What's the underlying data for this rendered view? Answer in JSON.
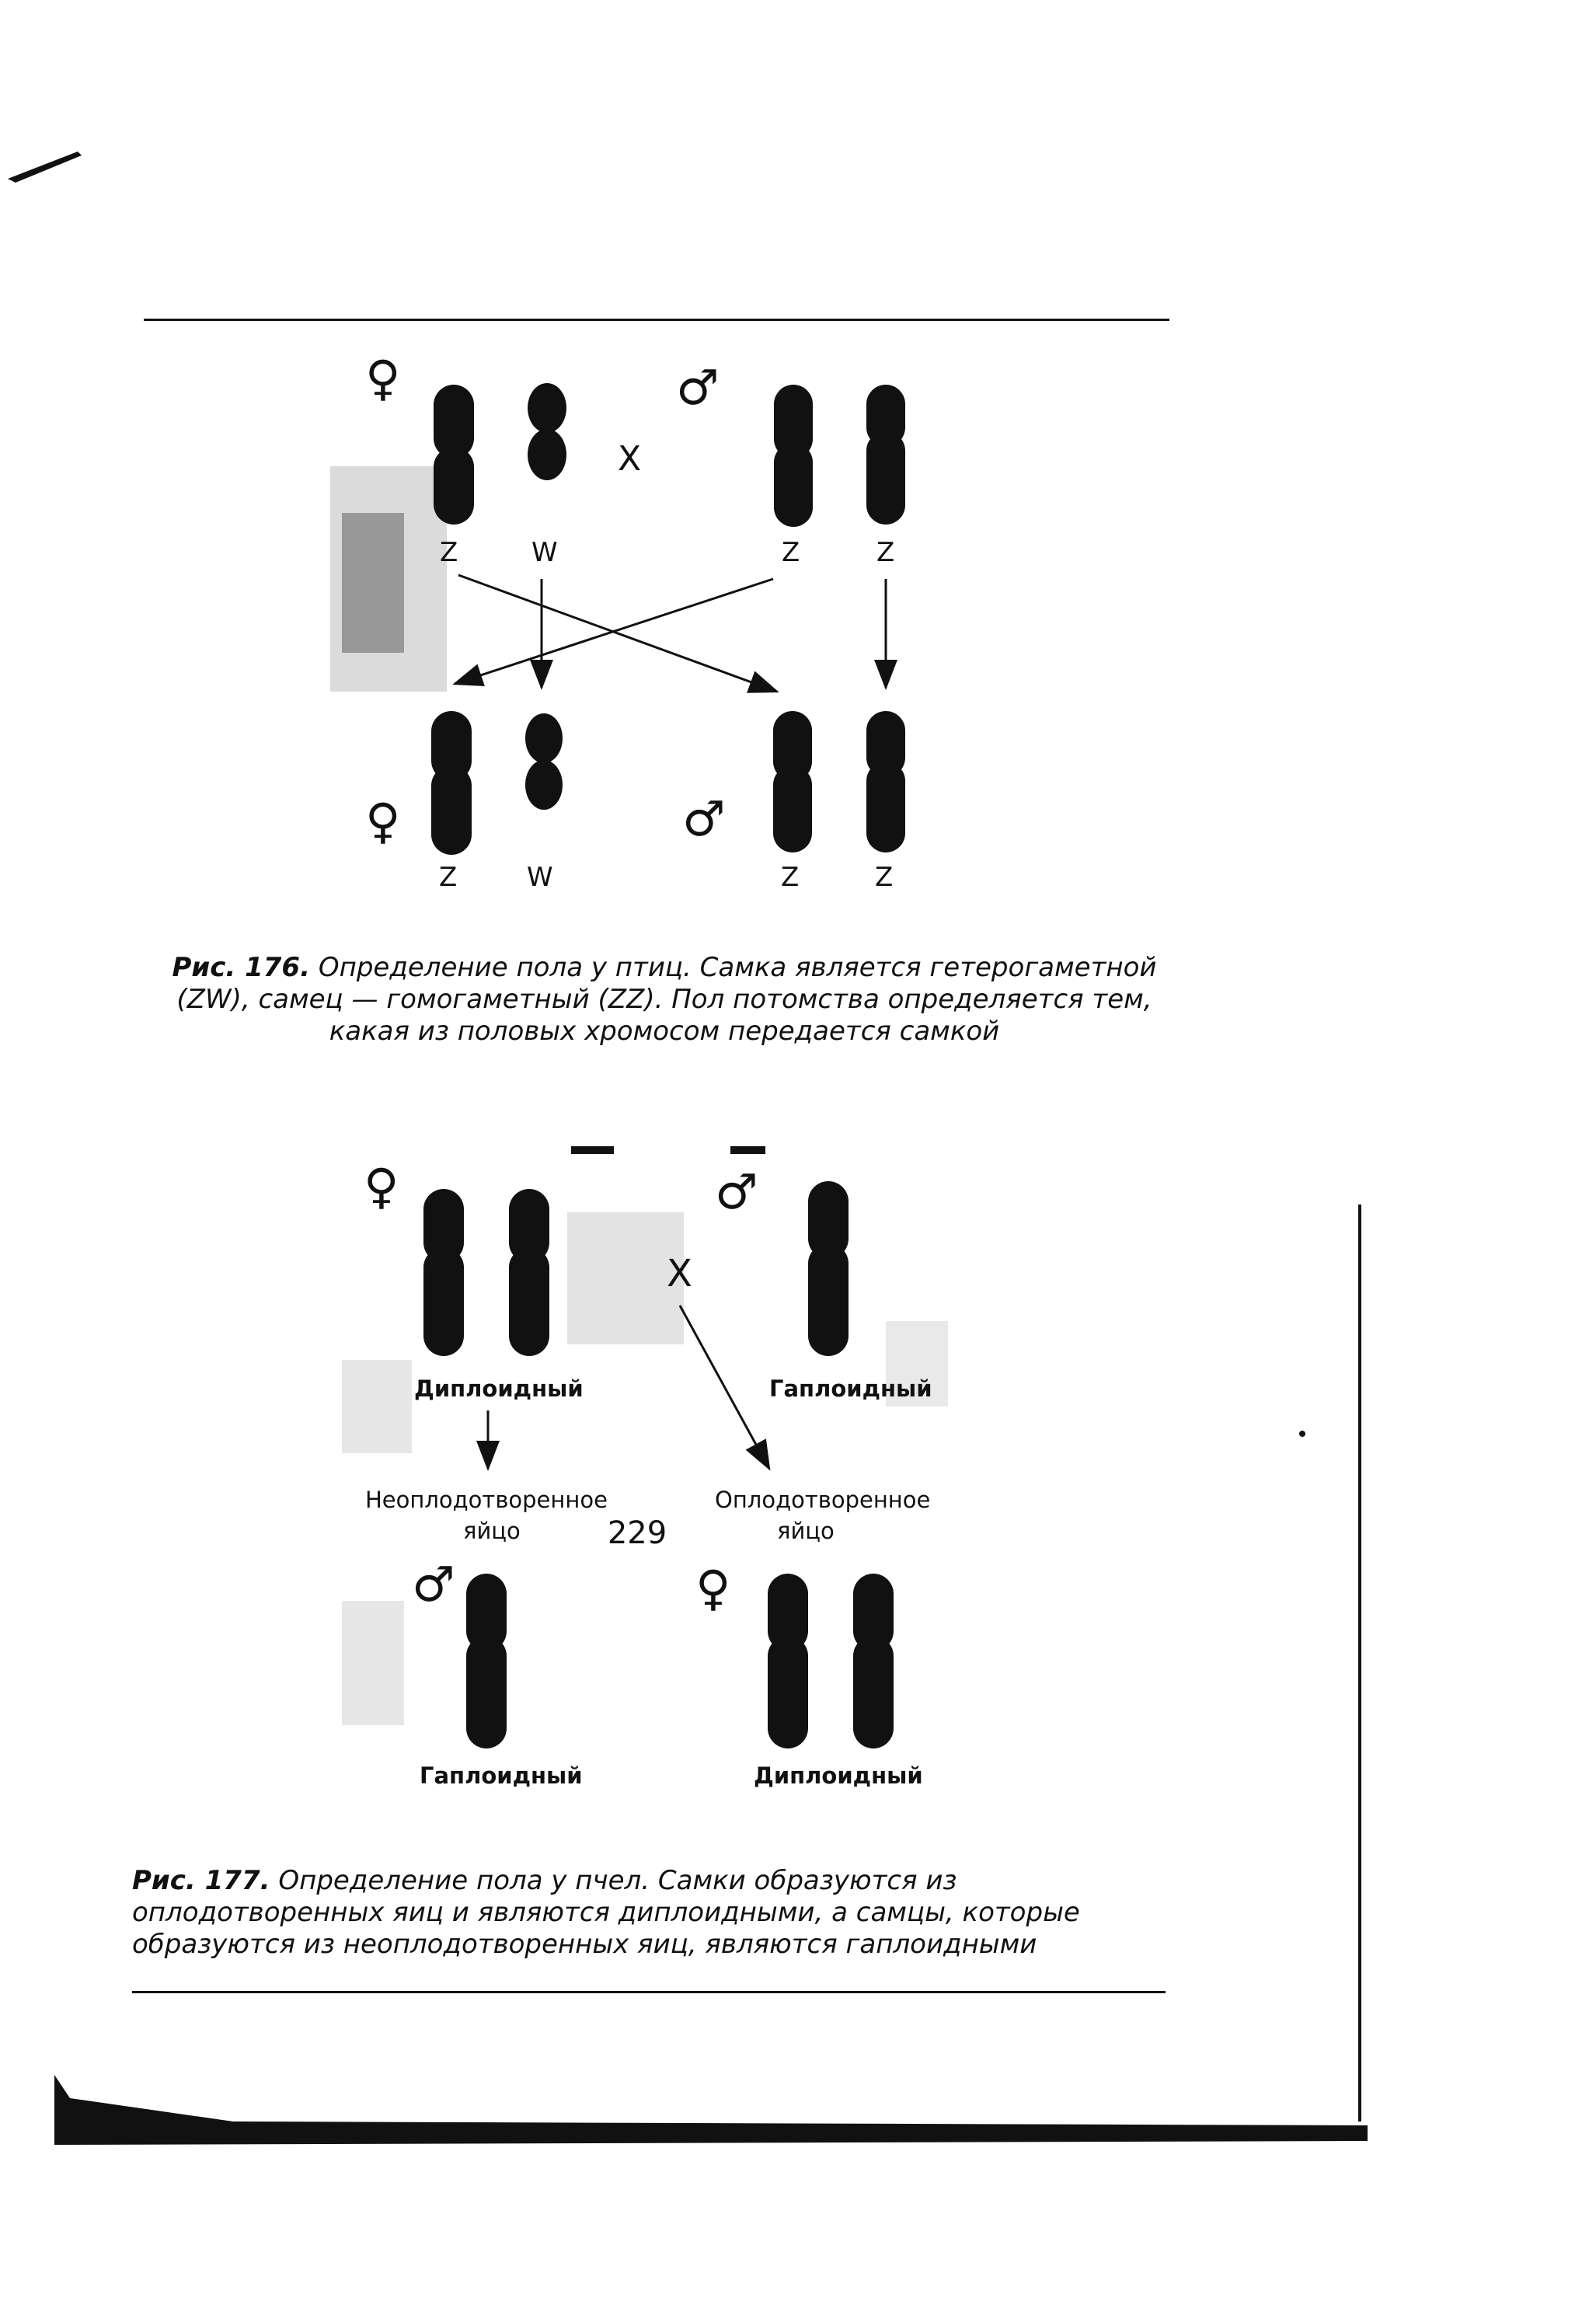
{
  "figure176": {
    "female_symbol": "♀",
    "male_symbol": "♂",
    "cross_symbol": "X",
    "chromosome_labels": {
      "parent_female_z": "Z",
      "parent_female_w": "W",
      "parent_male_z1": "Z",
      "parent_male_z2": "Z",
      "child_female_z": "Z",
      "child_female_w": "W",
      "child_male_z1": "Z",
      "child_male_z2": "Z"
    },
    "caption_number": "Рис. 176.",
    "caption_text": "Определение пола у птиц. Самка является гетерогаметной (ZW), самец — гомогаметный (ZZ). Пол потомства определяется тем, какая из половых хромосом передается самкой"
  },
  "figure177": {
    "female_symbol": "♀",
    "male_symbol": "♂",
    "cross_symbol": "X",
    "parent_female_label": "Диплоидный",
    "parent_male_label": "Гаплоидный",
    "unfertilized_egg_line1": "Неоплодотворенное",
    "unfertilized_egg_line2": "яйцо",
    "fertilized_egg_line1": "Оплодотворенное",
    "fertilized_egg_line2": "яйцо",
    "child_male_label": "Гаплоидный",
    "child_female_label": "Диплоидный",
    "caption_number": "Рис. 177.",
    "caption_text": "Определение пола у пчел. Самки образуются из оплодотворенных яиц и являются диплоидными, а самцы, которые образуются из неоплодотворенных яиц, являются гаплоидными"
  },
  "page_number": "229"
}
